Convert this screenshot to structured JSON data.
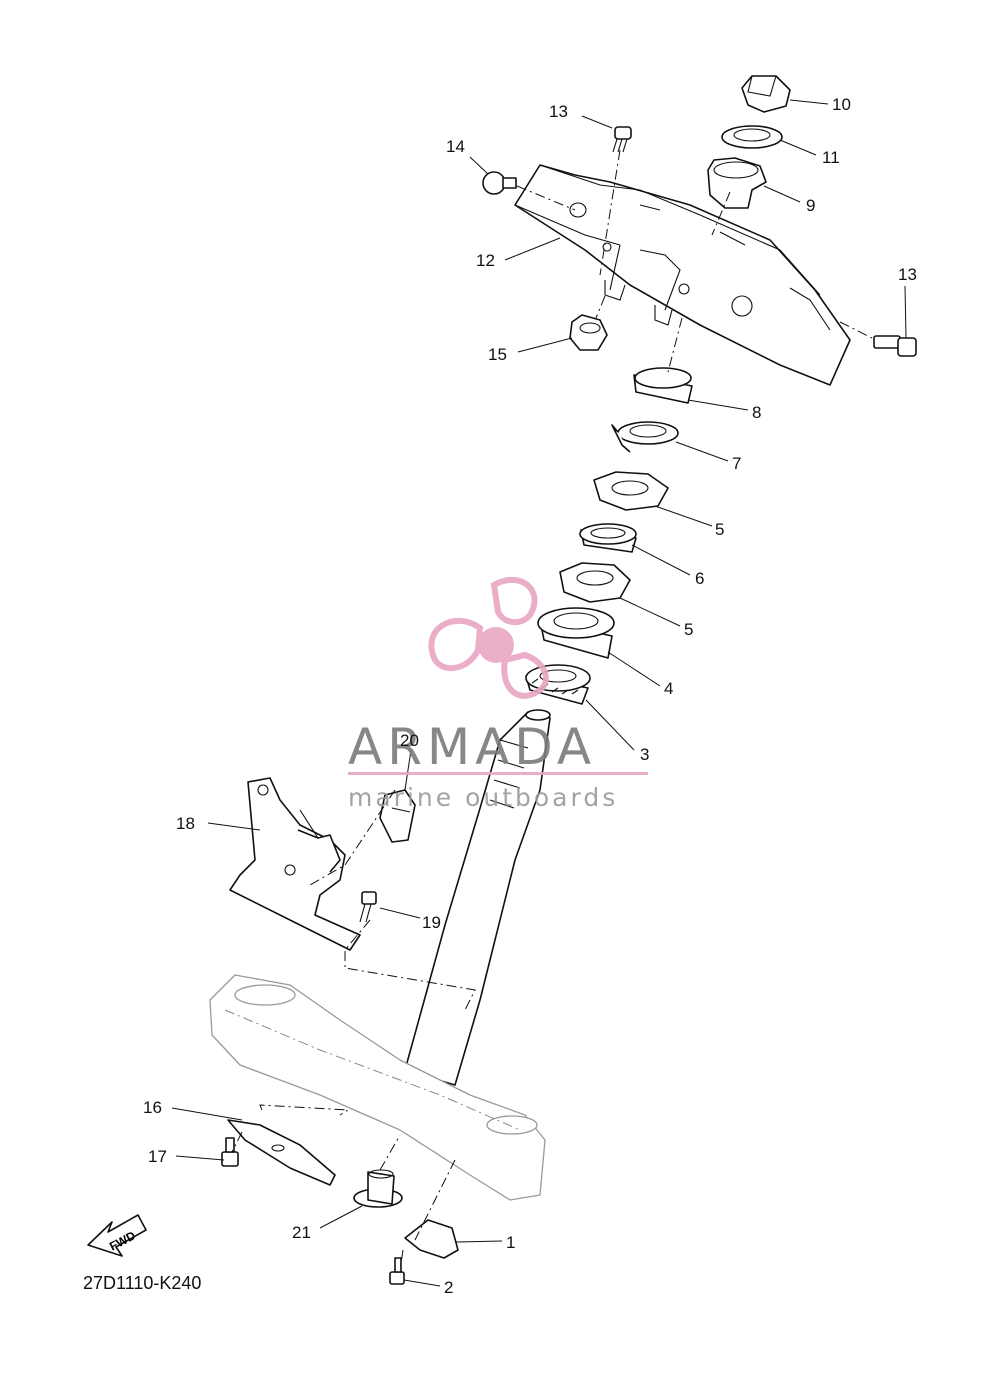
{
  "diagram": {
    "drawing_code": "27D1110-K240",
    "fwd_label": "FWD",
    "callouts": [
      {
        "id": "c10",
        "label": "10"
      },
      {
        "id": "c11",
        "label": "11"
      },
      {
        "id": "c9",
        "label": "9"
      },
      {
        "id": "c13a",
        "label": "13"
      },
      {
        "id": "c14",
        "label": "14"
      },
      {
        "id": "c12",
        "label": "12"
      },
      {
        "id": "c13b",
        "label": "13"
      },
      {
        "id": "c15",
        "label": "15"
      },
      {
        "id": "c8",
        "label": "8"
      },
      {
        "id": "c7",
        "label": "7"
      },
      {
        "id": "c5a",
        "label": "5"
      },
      {
        "id": "c6",
        "label": "6"
      },
      {
        "id": "c5b",
        "label": "5"
      },
      {
        "id": "c4",
        "label": "4"
      },
      {
        "id": "c3",
        "label": "3"
      },
      {
        "id": "c20",
        "label": "20"
      },
      {
        "id": "c18",
        "label": "18"
      },
      {
        "id": "c19",
        "label": "19"
      },
      {
        "id": "c16",
        "label": "16"
      },
      {
        "id": "c17",
        "label": "17"
      },
      {
        "id": "c21",
        "label": "21"
      },
      {
        "id": "c1",
        "label": "1"
      },
      {
        "id": "c2",
        "label": "2"
      }
    ]
  },
  "watermark": {
    "brand": "ARMADA",
    "tagline": "marine outboards",
    "color_pink": "#e8a6c4",
    "color_grey": "#7b7b7b"
  }
}
